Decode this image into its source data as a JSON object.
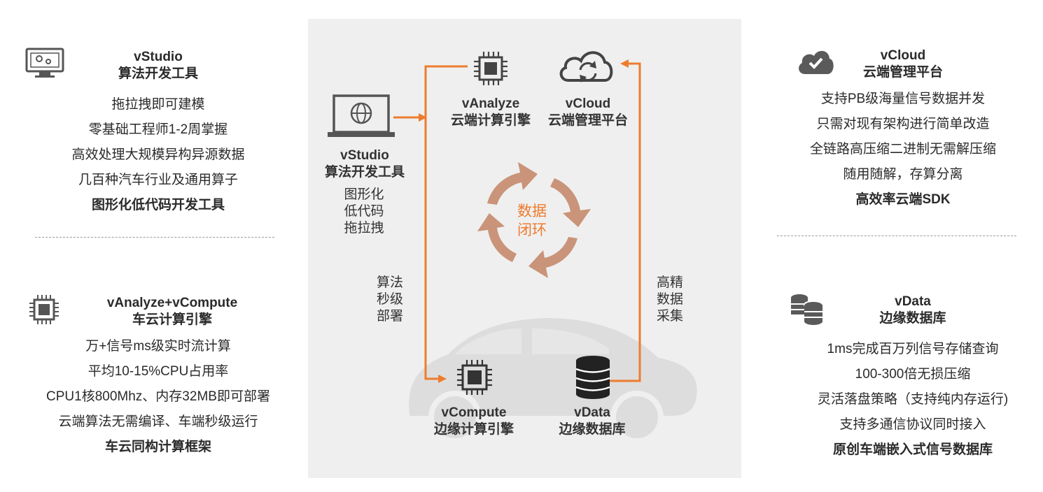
{
  "left_top": {
    "title": "vStudio",
    "subtitle": "算法开发工具",
    "lines": [
      "拖拉拽即可建模",
      "零基础工程师1-2周掌握",
      "高效处理大规模异构异源数据",
      "几百种汽车行业及通用算子"
    ],
    "highlight": "图形化低代码开发工具"
  },
  "left_bottom": {
    "title": "vAnalyze+vCompute",
    "subtitle": "车云计算引擎",
    "lines": [
      "万+信号ms级实时流计算",
      "平均10-15%CPU占用率",
      "CPU1核800Mhz、内存32MB即可部署",
      "云端算法无需编译、车端秒级运行"
    ],
    "highlight": "车云同构计算框架"
  },
  "right_top": {
    "title": "vCloud",
    "subtitle": "云端管理平台",
    "lines": [
      "支持PB级海量信号数据并发",
      "只需对现有架构进行简单改造",
      "全链路高压缩二进制无需解压缩",
      "随用随解，存算分离"
    ],
    "highlight": "高效率云端SDK"
  },
  "right_bottom": {
    "title": "vData",
    "subtitle": "边缘数据库",
    "lines": [
      "1ms完成百万列信号存储查询",
      "100-300倍无损压缩",
      "灵活落盘策略（支持纯内存运行)",
      "支持多通信协议同时接入"
    ],
    "highlight": "原创车端嵌入式信号数据库"
  },
  "diagram": {
    "vstudio": {
      "title": "vStudio",
      "subtitle": "算法开发工具",
      "features": [
        "图形化",
        "低代码",
        "拖拉拽"
      ]
    },
    "vanalyze": {
      "title": "vAnalyze",
      "subtitle": "云端计算引擎"
    },
    "vcloud": {
      "title": "vCloud",
      "subtitle": "云端管理平台"
    },
    "vcompute": {
      "title": "vCompute",
      "subtitle": "边缘计算引擎"
    },
    "vdata": {
      "title": "vData",
      "subtitle": "边缘数据库"
    },
    "left_flow": [
      "算法",
      "秒级",
      "部署"
    ],
    "right_flow": [
      "高精",
      "数据",
      "采集"
    ],
    "loop": [
      "数据",
      "闭环"
    ]
  },
  "colors": {
    "accent": "#ee7c2e",
    "loop": "#c99479",
    "icon": "#555555",
    "panel_bg": "#efefef"
  },
  "icons": [
    "monitor-gear-icon",
    "chip-icon",
    "cloud-check-icon",
    "database-icon",
    "laptop-globe-icon",
    "cloud-sync-icon",
    "car-silhouette-icon",
    "cycle-arrows-icon"
  ]
}
